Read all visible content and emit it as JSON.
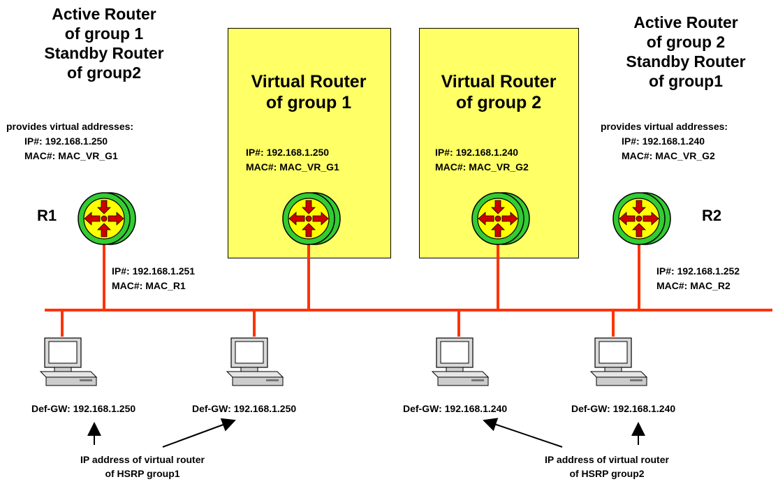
{
  "colors": {
    "wire": "#ff3300",
    "virtual_box": "#ffff66",
    "router_outer": "#33cc33",
    "router_inner": "#ffff00",
    "router_arrow": "#cc0000"
  },
  "r1": {
    "label": "R1",
    "role": [
      "Active Router",
      "of group 1",
      "Standby Router",
      "of group2"
    ],
    "provides": "provides virtual addresses:",
    "virtual_ip": "IP#: 192.168.1.250",
    "virtual_mac": "MAC#: MAC_VR_G1",
    "ip": "IP#: 192.168.1.251",
    "mac": "MAC#: MAC_R1",
    "icon": "router-icon"
  },
  "r2": {
    "label": "R2",
    "role": [
      "Active Router",
      "of group 2",
      "Standby Router",
      "of group1"
    ],
    "provides": "provides virtual addresses:",
    "virtual_ip": "IP#: 192.168.1.240",
    "virtual_mac": "MAC#: MAC_VR_G2",
    "ip": "IP#: 192.168.1.252",
    "mac": "MAC#: MAC_R2",
    "icon": "router-icon"
  },
  "vr1": {
    "title": [
      "Virtual Router",
      "of group 1"
    ],
    "ip": "IP#: 192.168.1.250",
    "mac": "MAC#: MAC_VR_G1",
    "icon": "router-icon"
  },
  "vr2": {
    "title": [
      "Virtual Router",
      "of group 2"
    ],
    "ip": "IP#: 192.168.1.240",
    "mac": "MAC#: MAC_VR_G2",
    "icon": "router-icon"
  },
  "hosts": [
    {
      "gw": "Def-GW: 192.168.1.250",
      "icon": "pc-icon"
    },
    {
      "gw": "Def-GW: 192.168.1.250",
      "icon": "pc-icon"
    },
    {
      "gw": "Def-GW: 192.168.1.240",
      "icon": "pc-icon"
    },
    {
      "gw": "Def-GW: 192.168.1.240",
      "icon": "pc-icon"
    }
  ],
  "notes": {
    "group1": [
      "IP address of virtual router",
      "of HSRP group1"
    ],
    "group2": [
      "IP address of virtual router",
      "of HSRP group2"
    ]
  }
}
